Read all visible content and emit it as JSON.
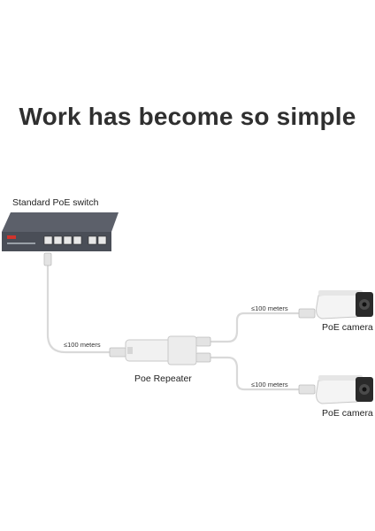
{
  "headline": "Work has become so simple",
  "switch": {
    "label": "Standard PoE switch"
  },
  "repeater": {
    "label": "Poe Repeater"
  },
  "cameras": [
    {
      "label": "PoE camera"
    },
    {
      "label": "PoE camera"
    }
  ],
  "distances": {
    "switch_to_repeater": "≤100 meters",
    "repeater_to_camera_1": "≤100 meters",
    "repeater_to_camera_2": "≤100 meters"
  },
  "colors": {
    "headline": "#2f2f2f",
    "switch_body": "#4a4e57",
    "cable": "#d7d7d7",
    "camera_body": "#f2f2f2",
    "camera_face": "#2a2a2a"
  }
}
